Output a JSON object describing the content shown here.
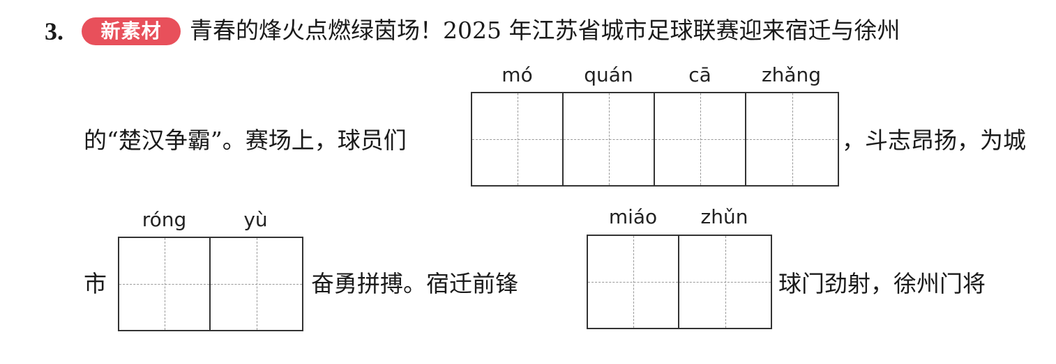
{
  "question": {
    "number": "3.",
    "badge": "新素材",
    "line1": "青春的烽火点燃绿茵场！2025 年江苏省城市足球联赛迎来宿迁与徐州",
    "line2_before": "的“楚汉争霸”。赛场上，球员们",
    "line2_after": "，斗志昂扬，为城",
    "line3_before": "市",
    "line3_middle": "奋勇拼搏。宿迁前锋",
    "line3_after": "球门劲射，徐州门将"
  },
  "blanks": [
    {
      "pinyin": [
        "mó",
        "quán",
        "cā",
        "zhǎng"
      ]
    },
    {
      "pinyin": [
        "róng",
        "yù"
      ]
    },
    {
      "pinyin": [
        "miáo",
        "zhǔn"
      ]
    }
  ]
}
